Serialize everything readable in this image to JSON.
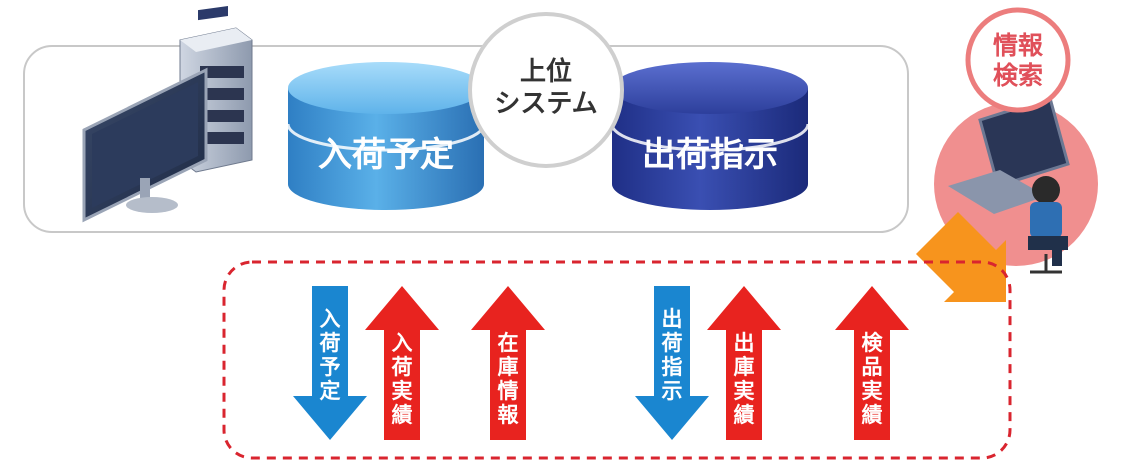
{
  "upper_system": {
    "label_line1": "上位",
    "label_line2": "システム"
  },
  "databases": {
    "left_label": "入荷予定",
    "right_label": "出荷指示"
  },
  "info_search": {
    "line1": "情報",
    "line2": "検索"
  },
  "flows": [
    {
      "text": "入荷予定",
      "direction": "down",
      "color": "#1a86d0"
    },
    {
      "text": "入荷実績",
      "direction": "up",
      "color": "#e8231f"
    },
    {
      "text": "在庫情報",
      "direction": "up",
      "color": "#e8231f"
    },
    {
      "text": "出荷指示",
      "direction": "down",
      "color": "#1a86d0"
    },
    {
      "text": "出庫実績",
      "direction": "up",
      "color": "#e8231f"
    },
    {
      "text": "検品実績",
      "direction": "up",
      "color": "#e8231f"
    }
  ],
  "colors": {
    "down_arrow": "#1a86d0",
    "up_arrow": "#e8231f",
    "dashed_border": "#d9252f",
    "search_arrow": "#f7941d",
    "search_circle": "#ee8a8a"
  }
}
